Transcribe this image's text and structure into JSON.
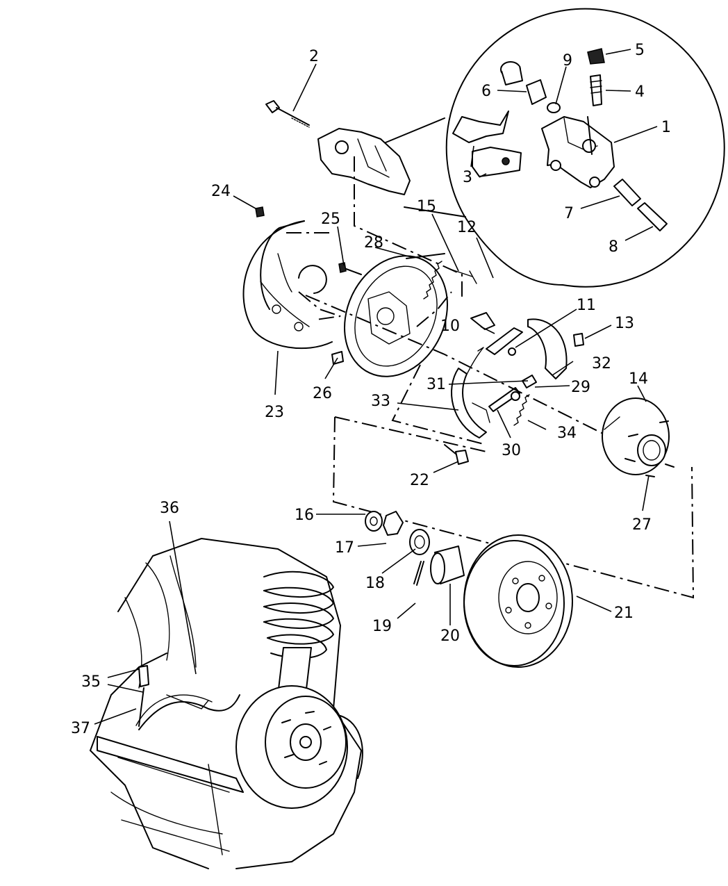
{
  "diagram": {
    "callouts": [
      {
        "id": "c1",
        "label": "1"
      },
      {
        "id": "c2",
        "label": "2"
      },
      {
        "id": "c3",
        "label": "3"
      },
      {
        "id": "c4",
        "label": "4"
      },
      {
        "id": "c5",
        "label": "5"
      },
      {
        "id": "c6",
        "label": "6"
      },
      {
        "id": "c7",
        "label": "7"
      },
      {
        "id": "c8",
        "label": "8"
      },
      {
        "id": "c9",
        "label": "9"
      },
      {
        "id": "c10",
        "label": "10"
      },
      {
        "id": "c11",
        "label": "11"
      },
      {
        "id": "c12",
        "label": "12"
      },
      {
        "id": "c13",
        "label": "13"
      },
      {
        "id": "c14",
        "label": "14"
      },
      {
        "id": "c15",
        "label": "15"
      },
      {
        "id": "c16",
        "label": "16"
      },
      {
        "id": "c17",
        "label": "17"
      },
      {
        "id": "c18",
        "label": "18"
      },
      {
        "id": "c19",
        "label": "19"
      },
      {
        "id": "c20",
        "label": "20"
      },
      {
        "id": "c21",
        "label": "21"
      },
      {
        "id": "c22",
        "label": "22"
      },
      {
        "id": "c23",
        "label": "23"
      },
      {
        "id": "c24",
        "label": "24"
      },
      {
        "id": "c25",
        "label": "25"
      },
      {
        "id": "c26",
        "label": "26"
      },
      {
        "id": "c27",
        "label": "27"
      },
      {
        "id": "c28",
        "label": "28"
      },
      {
        "id": "c29",
        "label": "29"
      },
      {
        "id": "c30",
        "label": "30"
      },
      {
        "id": "c31",
        "label": "31"
      },
      {
        "id": "c32",
        "label": "32"
      },
      {
        "id": "c33",
        "label": "33"
      },
      {
        "id": "c34",
        "label": "34"
      },
      {
        "id": "c35",
        "label": "35"
      },
      {
        "id": "c36",
        "label": "36"
      },
      {
        "id": "c37",
        "label": "37"
      }
    ]
  }
}
